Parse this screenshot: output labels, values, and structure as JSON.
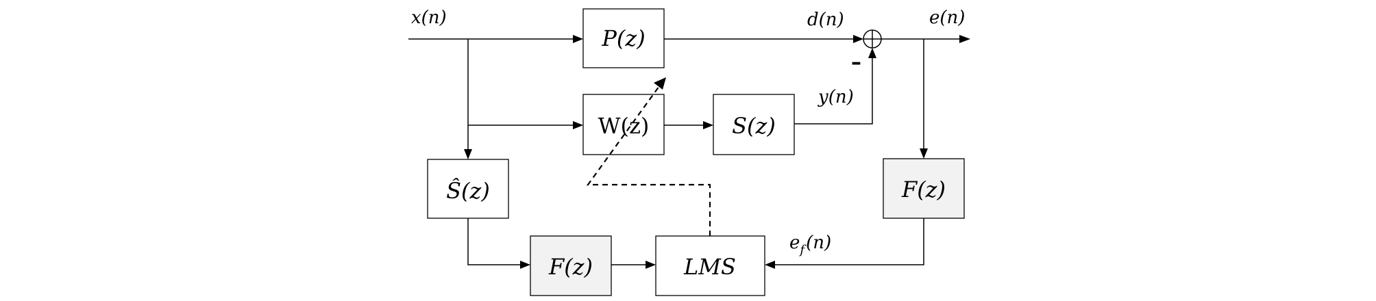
{
  "blocks": {
    "plant": "P(z)",
    "adaptive_filter": "W(z)",
    "secondary_path": "S(z)",
    "secondary_path_estimate": "Ŝ(z)",
    "filter_reference": "F(z)",
    "filter_error": "F(z)",
    "lms": "LMS"
  },
  "signals": {
    "input": "x(n)",
    "desired": "d(n)",
    "error": "e(n)",
    "output": "y(n)",
    "filtered_error_base": "e",
    "filtered_error_sub": "f",
    "filtered_error_arg": "(n)"
  },
  "sum_sign": "–",
  "colors": {
    "line": "#000000",
    "block_fill": "#ffffff",
    "shaded_fill": "#f2f2f2"
  }
}
